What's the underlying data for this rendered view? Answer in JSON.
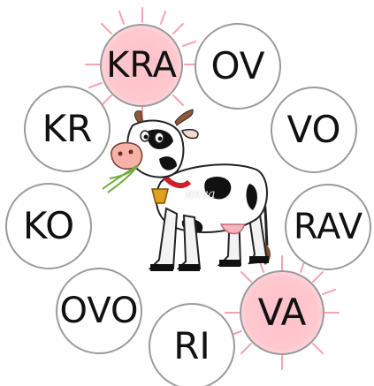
{
  "syllables": [
    {
      "text": "KRA",
      "selected": true
    },
    {
      "text": "OV",
      "selected": false
    },
    {
      "text": "KR",
      "selected": false
    },
    {
      "text": "VO",
      "selected": false
    },
    {
      "text": "KO",
      "selected": false
    },
    {
      "text": "RAV",
      "selected": false
    },
    {
      "text": "OVO",
      "selected": false
    },
    {
      "text": "VA",
      "selected": true
    },
    {
      "text": "RI",
      "selected": false
    }
  ],
  "watermark": "anva",
  "colors": {
    "selected_fill": "#ffc0c8",
    "burst": "#f7a3b0",
    "bubble_border": "#9a9a9a",
    "text": "#111111"
  },
  "icons": {
    "illustration": "cow-icon",
    "burst": "highlight-burst-icon"
  }
}
